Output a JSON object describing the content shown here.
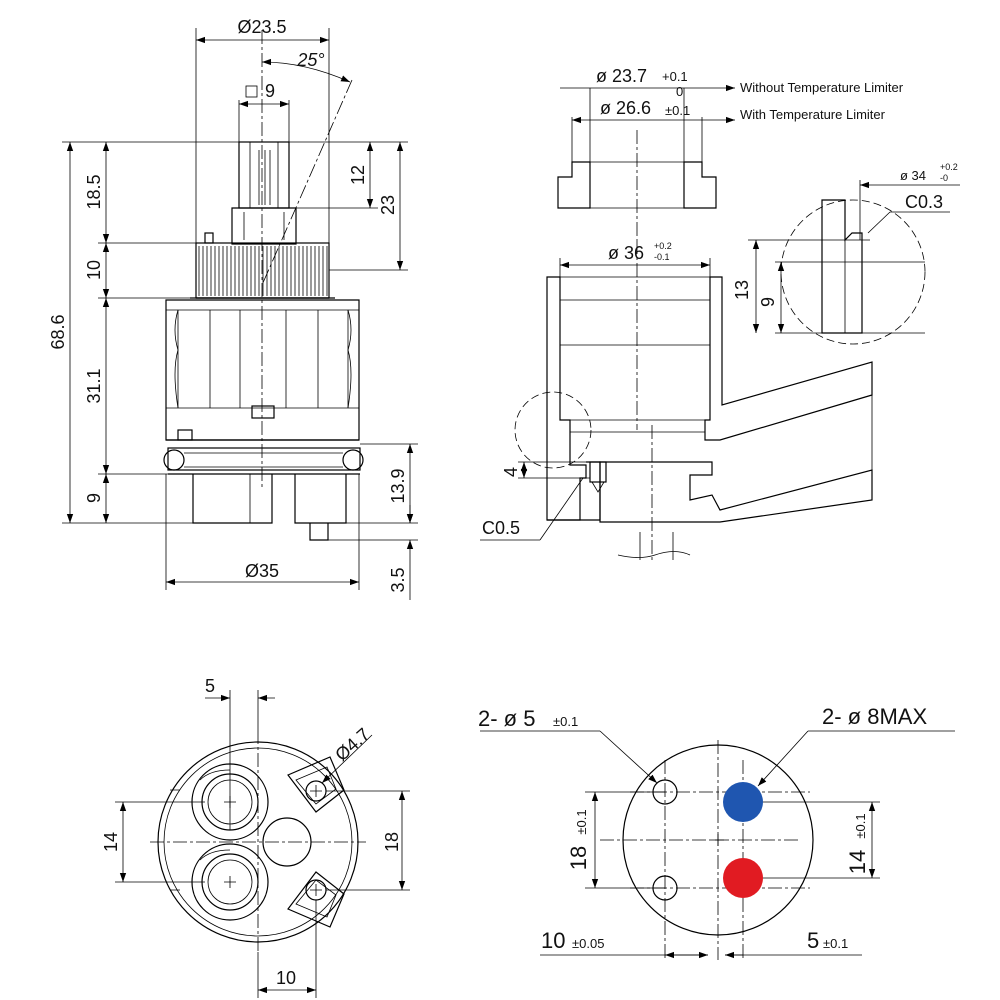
{
  "side_view": {
    "dia_top": "Ø23.5",
    "angle": "25°",
    "square": "9",
    "h_total": "68.6",
    "h_18_5": "18.5",
    "h_10": "10",
    "h_31_1": "31.1",
    "h_9": "9",
    "h_12": "12",
    "h_23": "23",
    "h_13_9": "13.9",
    "h_3_5": "3.5",
    "dia_bottom": "Ø35"
  },
  "section_view": {
    "d1_main": "ø 23.7",
    "d1_tol_upper": "+0.1",
    "d1_tol_lower": "0",
    "d1_note": "Without Temperature Limiter",
    "d2_main": "ø 26.6",
    "d2_tol": "±0.1",
    "d2_note": "With Temperature Limiter",
    "d3_main": "ø 34",
    "d3_tol_upper": "+0.2",
    "d3_tol_lower": "-0",
    "d4_main": "ø 36",
    "d4_tol_upper": "+0.2",
    "d4_tol_lower": "-0.1",
    "chamfer_top": "C0.3",
    "h_13": "13",
    "h_9": "9",
    "h_4": "4",
    "chamfer_bottom": "C0.5"
  },
  "bottom_view": {
    "d_5": "5",
    "hole": "Ø4.7",
    "d_14": "14",
    "d_18": "18",
    "d_10": "10"
  },
  "hole_pattern": {
    "small_holes": "2- ø 5",
    "small_tol": "±0.1",
    "large_holes": "2- ø 8MAX",
    "v_18": "18",
    "v_18_tol": "±0.1",
    "v_14": "14",
    "v_14_tol": "±0.1",
    "h_10": "10",
    "h_10_tol": "±0.05",
    "h_5": "5",
    "h_5_tol": "±0.1",
    "colors": {
      "cold": "#1f56b0",
      "hot": "#e11b22"
    }
  }
}
